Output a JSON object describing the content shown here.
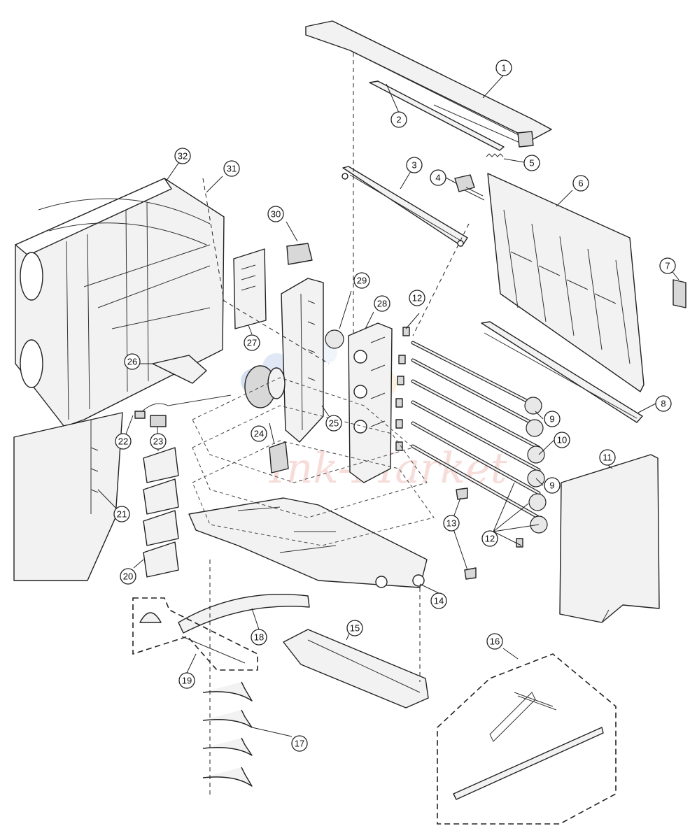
{
  "diagram": {
    "callouts": [
      "1",
      "2",
      "3",
      "4",
      "5",
      "6",
      "7",
      "8",
      "9",
      "10",
      "11",
      "12",
      "13",
      "14",
      "15",
      "16",
      "17",
      "18",
      "19",
      "20",
      "21",
      "22",
      "23",
      "24",
      "25",
      "26",
      "27",
      "28",
      "29",
      "30",
      "31",
      "32"
    ],
    "repeat_callouts": {
      "9b": "9",
      "12b": "12"
    },
    "watermark": "Ink-Market"
  }
}
